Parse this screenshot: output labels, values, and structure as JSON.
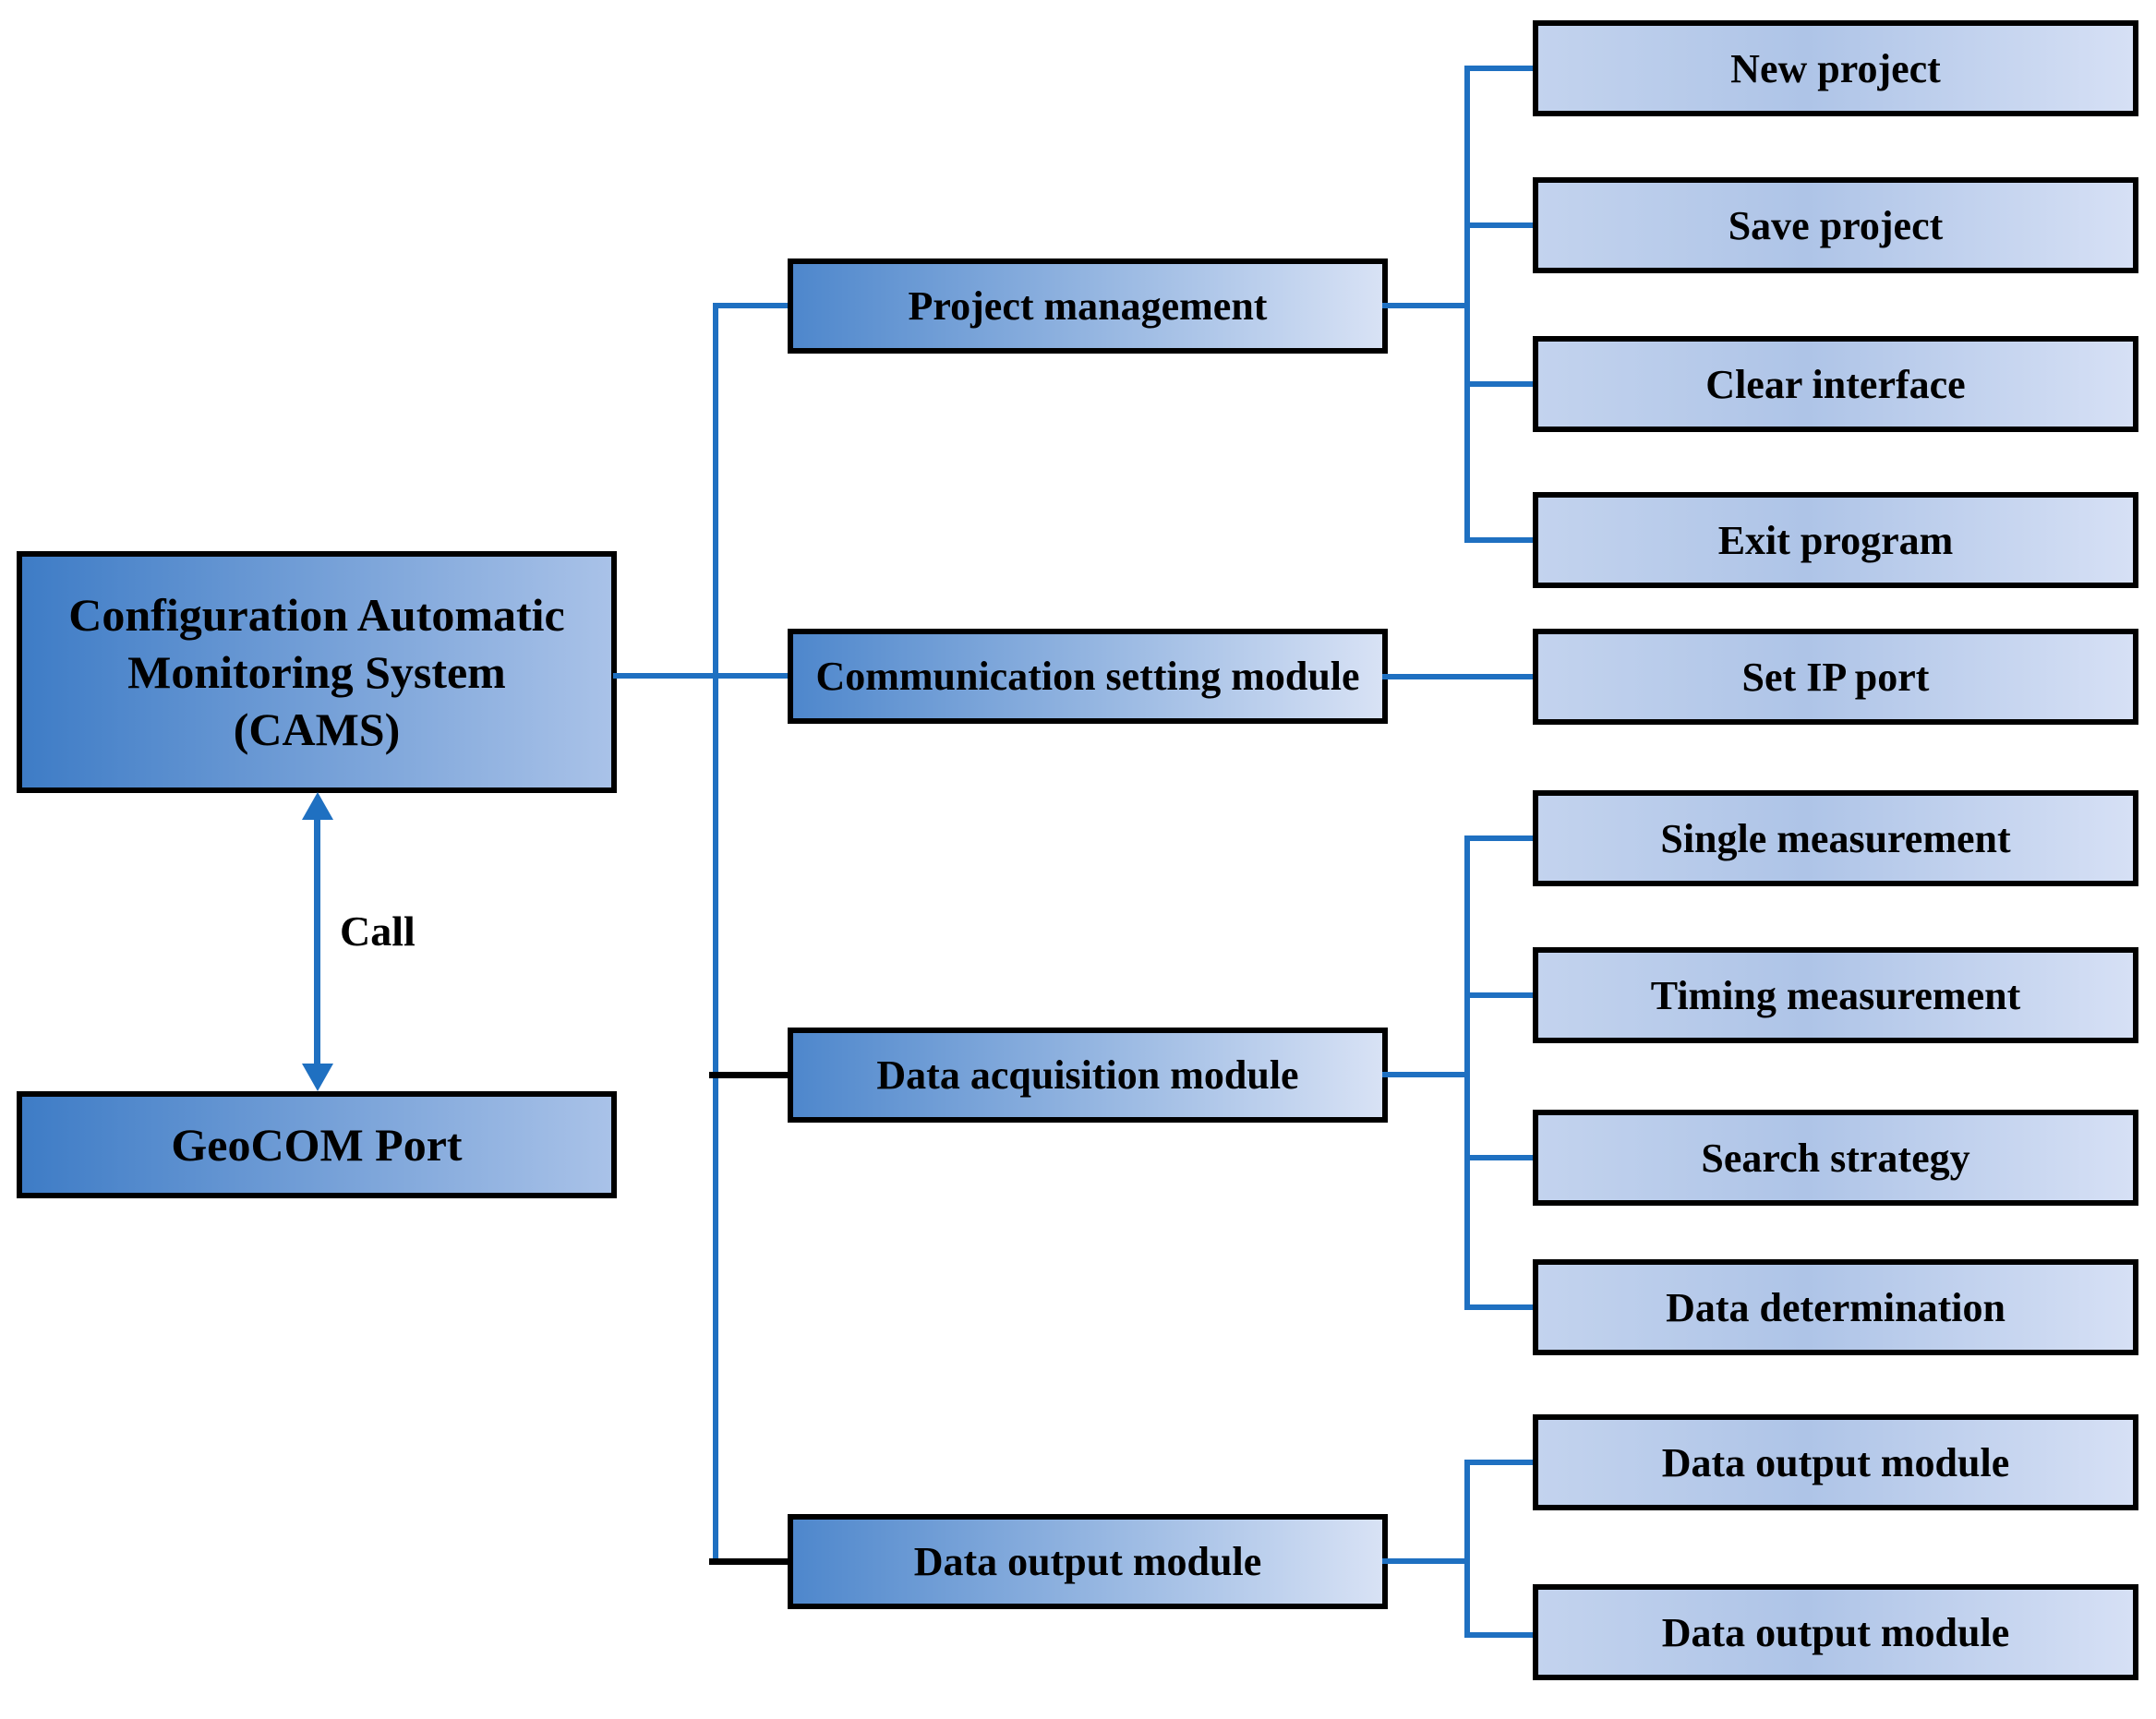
{
  "figure": {
    "root_box": {
      "lines": [
        "Configuration Automatic",
        "Monitoring System",
        "(CAMS)"
      ]
    },
    "call_arrow_label": "Call",
    "geocom_box": {
      "label": "GeoCOM Port"
    },
    "modules": [
      {
        "label": "Project management",
        "children": [
          "New project",
          "Save project",
          "Clear interface",
          "Exit program"
        ]
      },
      {
        "label": "Communication setting module",
        "children": [
          "Set IP port"
        ]
      },
      {
        "label": "Data acquisition module",
        "children": [
          "Single measurement",
          "Timing measurement",
          "Search strategy",
          "Data determination"
        ]
      },
      {
        "label": "Data output module",
        "children": [
          "Data output module",
          "Data output module"
        ]
      }
    ]
  },
  "colors": {
    "connector-blue": "#1f70c1",
    "box-border": "#000000",
    "text": "#000000",
    "root-grad-start": "#3e7cc6",
    "root-grad-end": "#a9c2e8",
    "module-grad-start": "#4e87cc",
    "module-grad-end": "#d8e2f5",
    "child-grad-start": "#c3d3ee",
    "child-grad-mid": "#aec4e7",
    "child-grad-end": "#d6e0f5"
  }
}
